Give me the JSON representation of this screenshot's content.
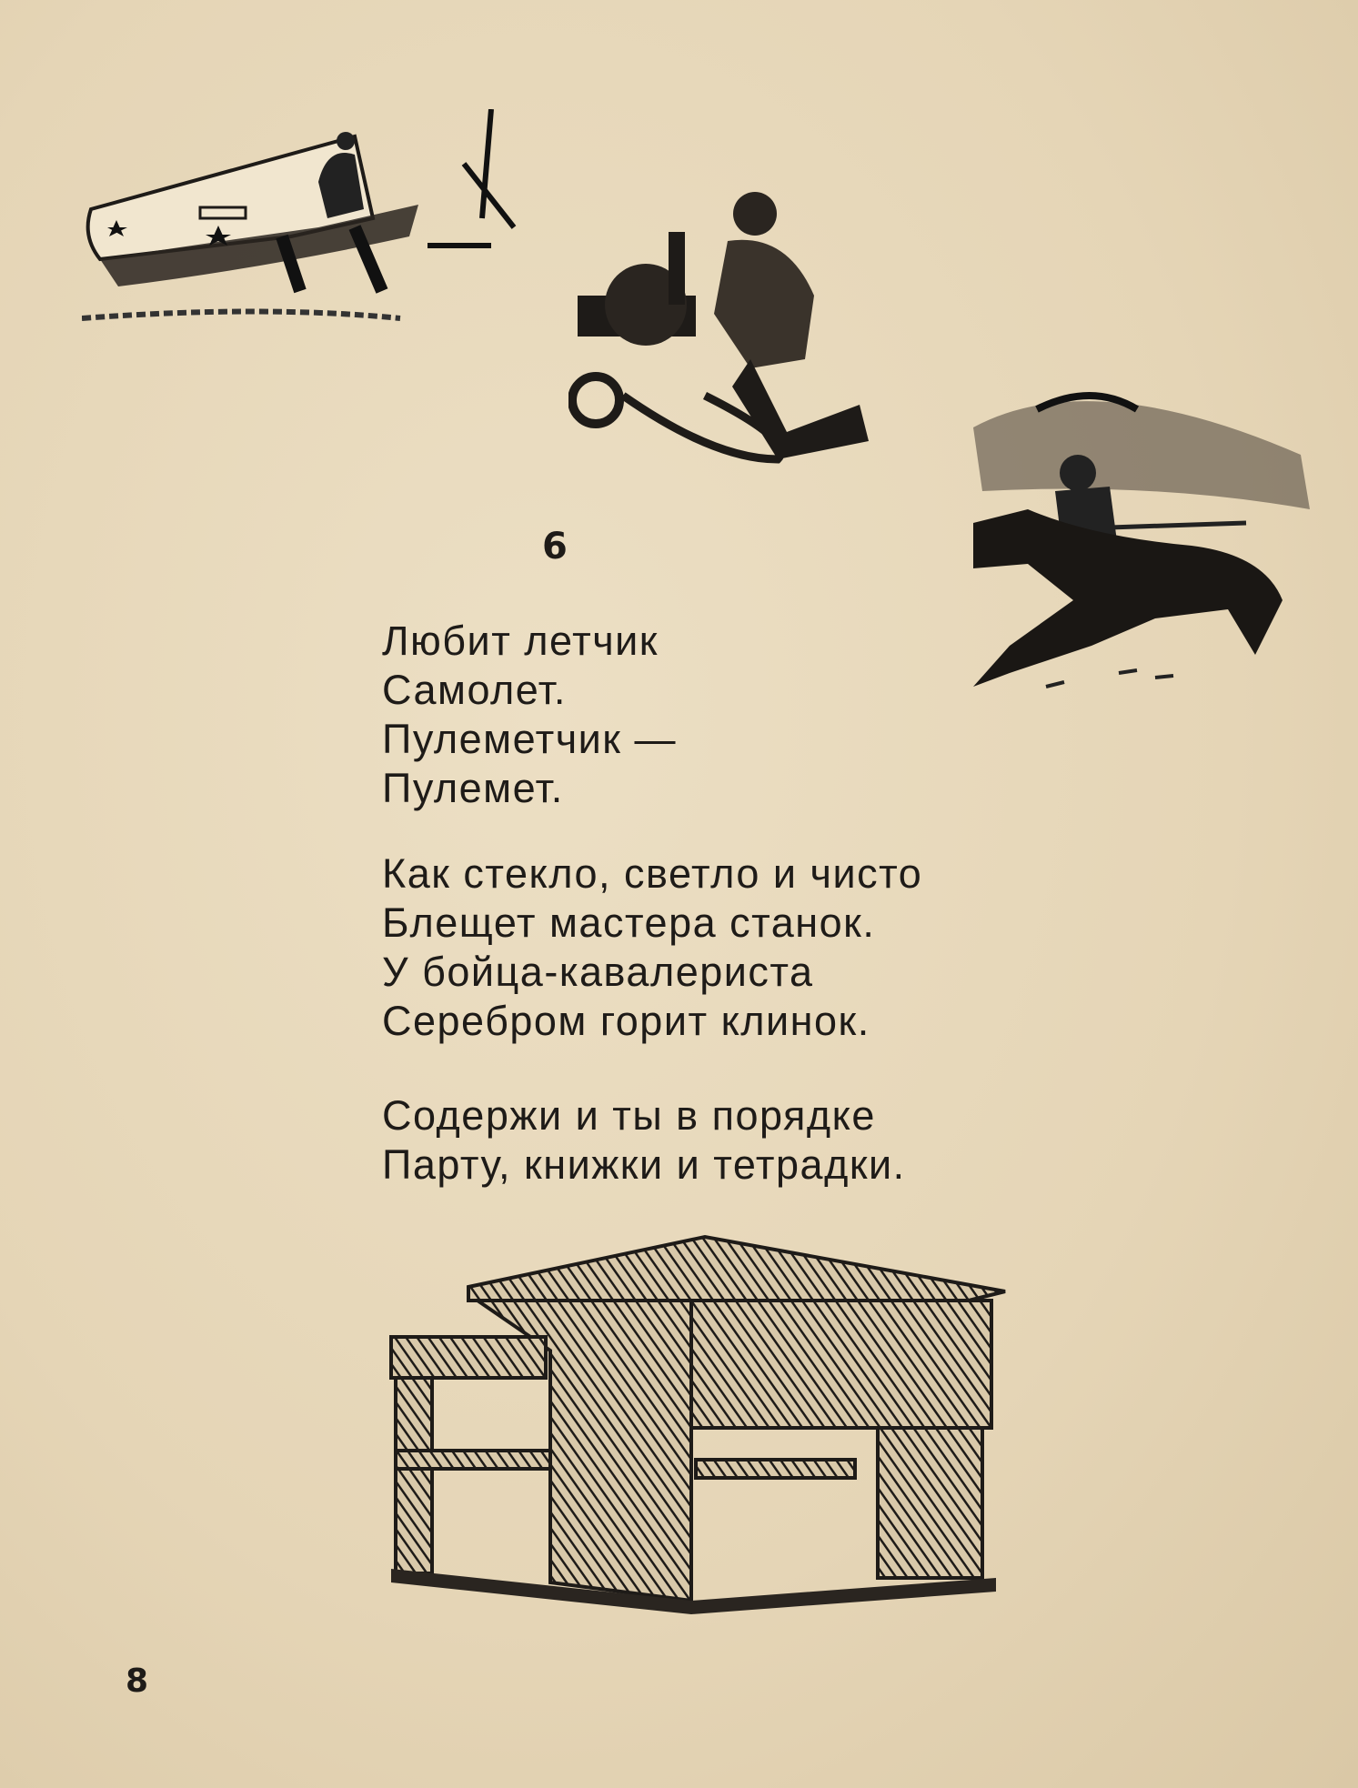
{
  "section_number": "6",
  "stanzas": [
    [
      "Любит летчик",
      "Самолет.",
      "Пулеметчик —",
      "Пулемет."
    ],
    [
      "Как стекло, светло и чисто",
      "Блещет мастера станок.",
      "У бойца-кавалериста",
      "Серебром горит клинок."
    ],
    [
      "Содержи и ты в порядке",
      "Парту, книжки и тетрадки."
    ]
  ],
  "page_number": "8",
  "illustrations": [
    "airplane-with-pilot",
    "machine-gunner",
    "cavalryman-on-horse",
    "school-desk"
  ]
}
